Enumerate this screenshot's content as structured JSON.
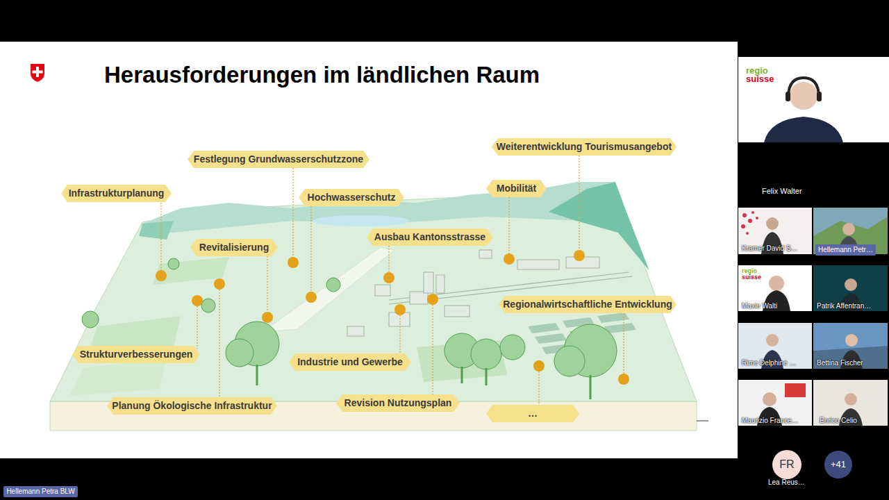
{
  "diagram": {
    "title": "Herausforderungen im ländlichen Raum",
    "nodes": [
      {
        "text": [
          "Weiterentwicklung Tourismusangebot"
        ]
      },
      {
        "text": [
          "Festlegung Grundwasserschutzzone"
        ]
      },
      {
        "text": [
          "Mobilität"
        ]
      },
      {
        "text": [
          "Infrastrukturplanung"
        ]
      },
      {
        "text": [
          "Hochwasserschutz"
        ]
      },
      {
        "text": [
          "Ausbau Kantonsstrasse"
        ]
      },
      {
        "text": [
          "Revitalisierung"
        ]
      },
      {
        "text": [
          "Regionalwirtschaftliche Entwicklung"
        ]
      },
      {
        "text": [
          "Strukturverbesserungen"
        ]
      },
      {
        "text": [
          "Industrie und Gewerbe"
        ]
      },
      {
        "text": [
          "Revision Nutzungsplan"
        ]
      },
      {
        "text": [
          "Planung Ökologische Infrastruktur"
        ]
      },
      {
        "text": [
          "…"
        ]
      },
      {
        "text": [
          "FR"
        ]
      },
      {
        "text": [
          "+41"
        ]
      },
      {
        "text": [
          "Hellemann Petr…"
        ]
      },
      {
        "text": [
          "Hellemann Petra BLW"
        ]
      }
    ],
    "labels": [
      "Felix Walter",
      "Kramer David S…",
      "Maxie Walti",
      "Patrik Affentran…",
      "Rime Delphine …",
      "Bettina Fischer",
      "Maurizio France…",
      "Enrico Celio",
      "Lea Reus…",
      "regio",
      "suisse",
      "regio",
      "suisse"
    ]
  }
}
